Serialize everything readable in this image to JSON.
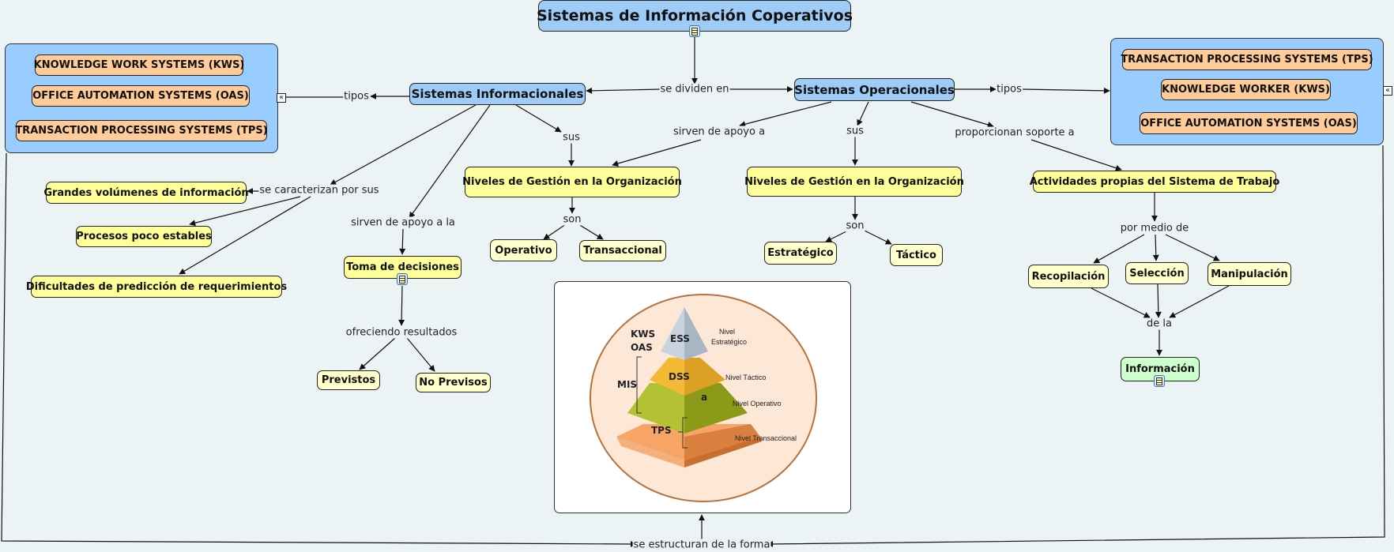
{
  "title": "Sistemas de Información Coperativos",
  "concepts": {
    "informacionales": "Sistemas Informacionales",
    "operacionales": "Sistemas Operacionales",
    "niveles_left": "Niveles de Gestión en la Organización",
    "niveles_right": "Niveles de Gestión en la Organización",
    "operativo": "Operativo",
    "transaccional": "Transaccional",
    "estrategico": "Estratégico",
    "tactico": "Táctico",
    "grandes": "Grandes volúmenes de información",
    "procesos": "Procesos poco estables",
    "dificultades": "Dificultades de predicción de requerimientos",
    "toma": "Toma de decisiones",
    "previstos": "Previstos",
    "no_previsos": "No Previsos",
    "actividades": "Actividades propias del Sistema de Trabajo",
    "recopilacion": "Recopilación",
    "seleccion": "Selección",
    "manipulacion": "Manipulación",
    "informacion": "Información"
  },
  "left_group": {
    "items": [
      "KNOWLEDGE WORK SYSTEMS (KWS)",
      "OFFICE AUTOMATION SYSTEMS (OAS)",
      "TRANSACTION PROCESSING SYSTEMS (TPS)"
    ]
  },
  "right_group": {
    "items": [
      "TRANSACTION PROCESSING SYSTEMS (TPS)",
      "KNOWLEDGE WORKER (KWS)",
      "OFFICE AUTOMATION SYSTEMS (OAS)"
    ]
  },
  "linking_phrases": {
    "se_dividen_en": "se dividen en",
    "tipos_left": "tipos",
    "tipos_right": "tipos",
    "sus_left": "sus",
    "sus_right": "sus",
    "sirven_apoyo_a": "sirven de apoyo a",
    "proporcionan": "proporcionan soporte a",
    "se_caracterizan": "se caracterizan por sus",
    "sirven_apoyo_a_la": "sirven de apoyo a la",
    "son_left": "son",
    "son_right": "son",
    "ofreciendo": "ofreciendo resultados",
    "por_medio_de": "por medio de",
    "de_la": "de la",
    "se_estructuran": "se estructuran de la forma"
  },
  "pyramid": {
    "left_labels": {
      "kws": "KWS",
      "oas": "OAS",
      "mis": "MIS",
      "tps": "TPS"
    },
    "layer_labels": {
      "ess": "ESS",
      "dss": "DSS",
      "a": "a"
    },
    "level_labels": {
      "estrategico_1": "Nivel",
      "estrategico_2": "Estratégico",
      "tactico": "Nivel Táctico",
      "operativo": "Nivel Operativo",
      "transaccional": "Nivel Transaccional"
    }
  },
  "icons": {
    "collapse": "«",
    "resource": "document-icon"
  },
  "colors": {
    "background": "#ecf3f5",
    "blue_concept": "#9fcbf7",
    "yellow_concept": "#ffff99",
    "leaf_concept": "#ffffcc",
    "green_concept": "#ccffcc",
    "orange_concept": "#ffcc99"
  }
}
